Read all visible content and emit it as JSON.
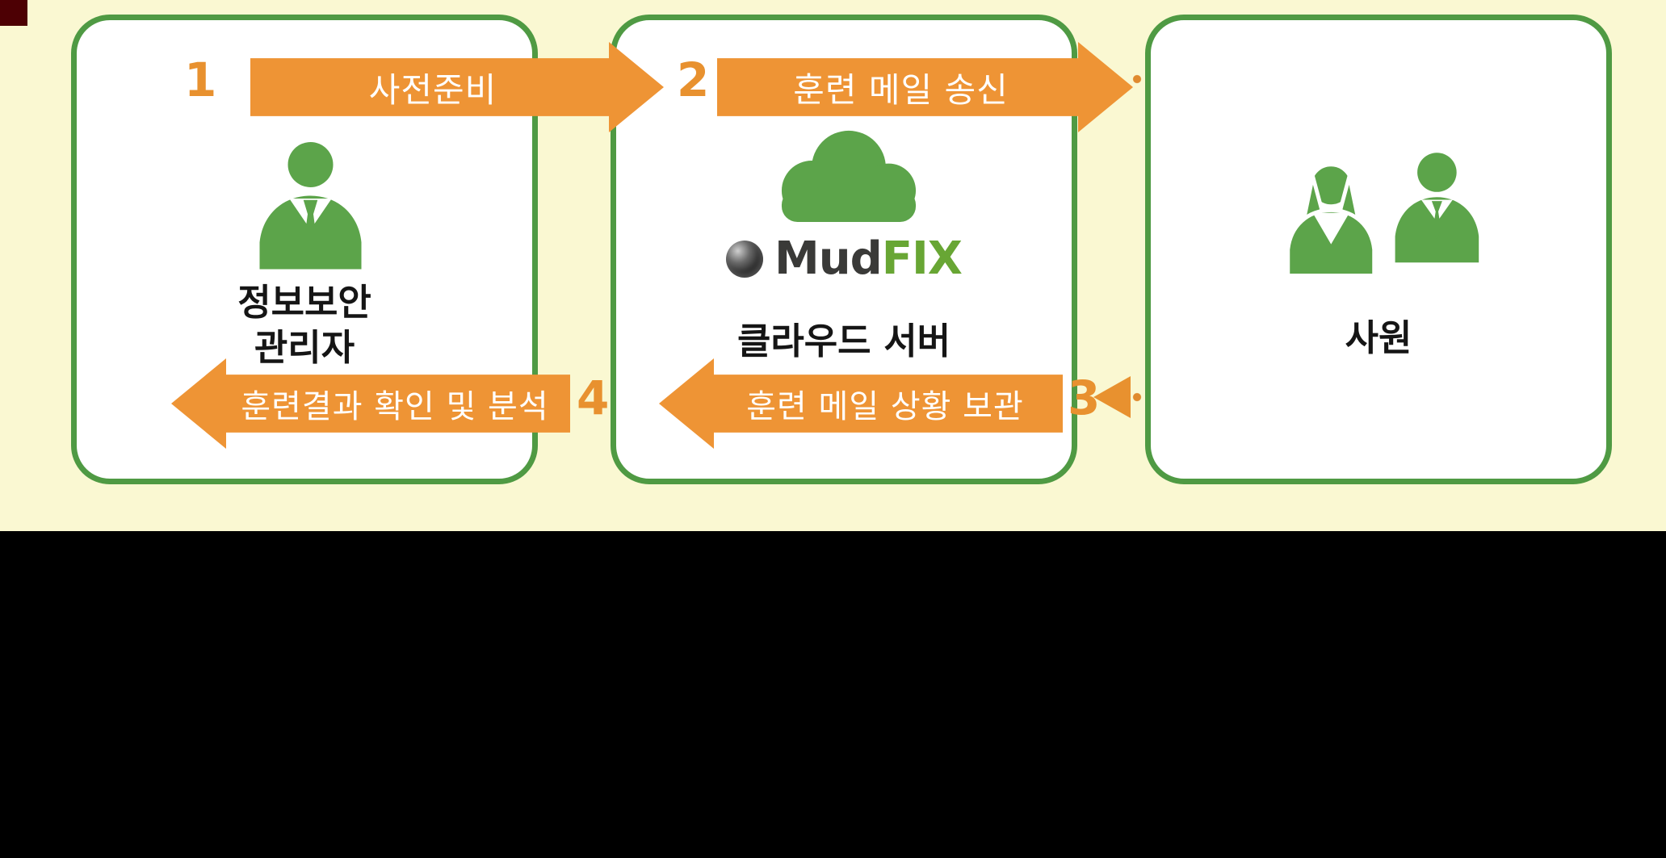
{
  "diagram": {
    "boxes": [
      {
        "label_line1": "정보보안",
        "label_line2": "관리자",
        "icon": "security-manager-icon"
      },
      {
        "label": "클라우드 서버",
        "logo_dark": "Mud",
        "logo_green": "FIX",
        "icon": "cloud-icon"
      },
      {
        "label": "사원",
        "icon": "employees-icon"
      }
    ],
    "arrows": [
      {
        "number": "1",
        "label": "사전준비",
        "direction": "right"
      },
      {
        "number": "2",
        "label": "훈련 메일 송신",
        "direction": "right"
      },
      {
        "number": "3",
        "label": "훈련 메일 상황 보관",
        "direction": "left"
      },
      {
        "number": "4",
        "label": "훈련결과 확인 및 분석",
        "direction": "left"
      }
    ],
    "colors": {
      "background": "#FAF8D2",
      "panel_border_green": "#4F9A43",
      "icon_green": "#5CA44A",
      "arrow_orange": "#EE9435",
      "number_orange": "#E8912F",
      "arrow_text": "#FFFFFF",
      "label_text": "#151515",
      "logo_dark": "#3A3A38",
      "logo_green": "#68A634"
    }
  }
}
